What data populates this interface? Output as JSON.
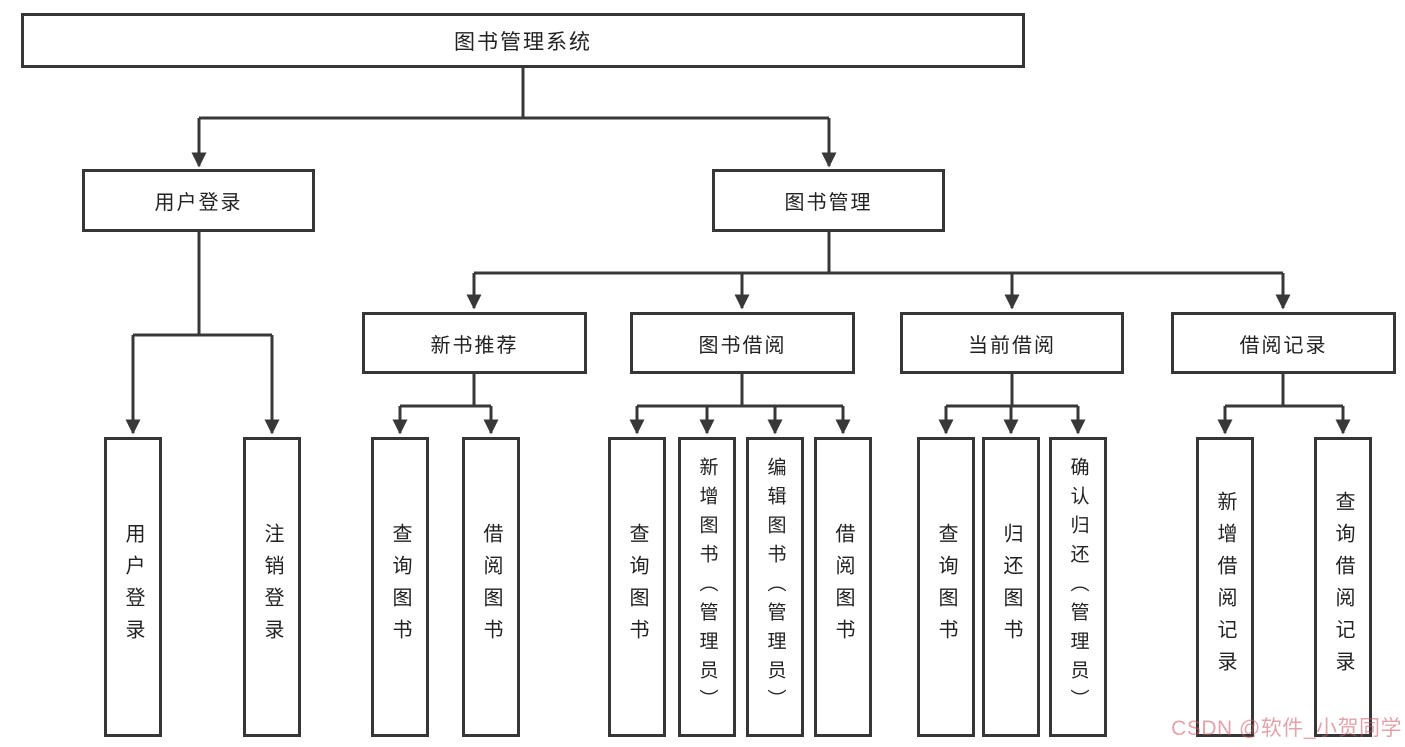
{
  "diagram_type": "hierarchy-tree",
  "colors": {
    "line": "#383838",
    "box_border": "#363636",
    "text": "#222222",
    "background": "#ffffff",
    "watermark": "#c95a64"
  },
  "watermark": "CSDN @软件_小贺同学",
  "tree": {
    "label": "图书管理系统",
    "children": [
      {
        "label": "用户登录",
        "children": [
          {
            "label": "用户登录"
          },
          {
            "label": "注销登录"
          }
        ]
      },
      {
        "label": "图书管理",
        "children": [
          {
            "label": "新书推荐",
            "children": [
              {
                "label": "查询图书"
              },
              {
                "label": "借阅图书"
              }
            ]
          },
          {
            "label": "图书借阅",
            "children": [
              {
                "label": "查询图书"
              },
              {
                "label": "新增图书（管理员）"
              },
              {
                "label": "编辑图书（管理员）"
              },
              {
                "label": "借阅图书"
              }
            ]
          },
          {
            "label": "当前借阅",
            "children": [
              {
                "label": "查询图书"
              },
              {
                "label": "归还图书"
              },
              {
                "label": "确认归还（管理员）"
              }
            ]
          },
          {
            "label": "借阅记录",
            "children": [
              {
                "label": "新增借阅记录"
              },
              {
                "label": "查询借阅记录"
              }
            ]
          }
        ]
      }
    ]
  }
}
